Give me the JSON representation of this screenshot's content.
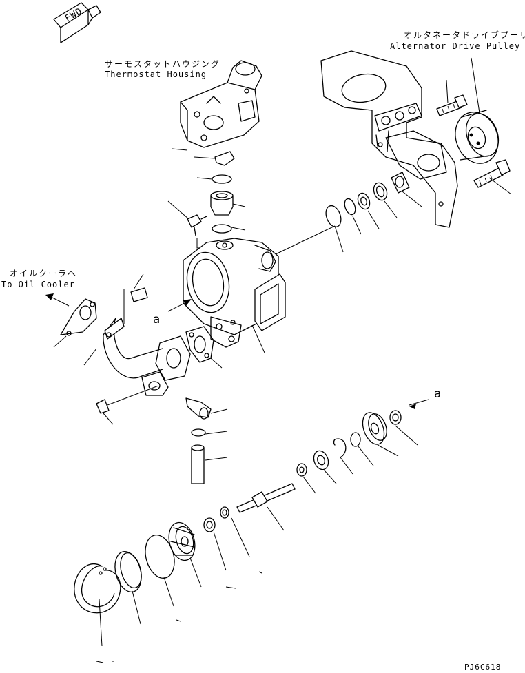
{
  "fwd_label": "FWD",
  "thermostat_housing": {
    "jp": "サーモスタットハウジング",
    "en": "Thermostat Housing"
  },
  "alternator_drive_pulley": {
    "jp": "オルタネータドライブプーリ",
    "en": "Alternator Drive Pulley"
  },
  "to_oil_cooler": {
    "jp": "オイルクーラへ",
    "en": "To Oil Cooler"
  },
  "section_ref_a": "a",
  "drawing_code": "PJ6C618"
}
